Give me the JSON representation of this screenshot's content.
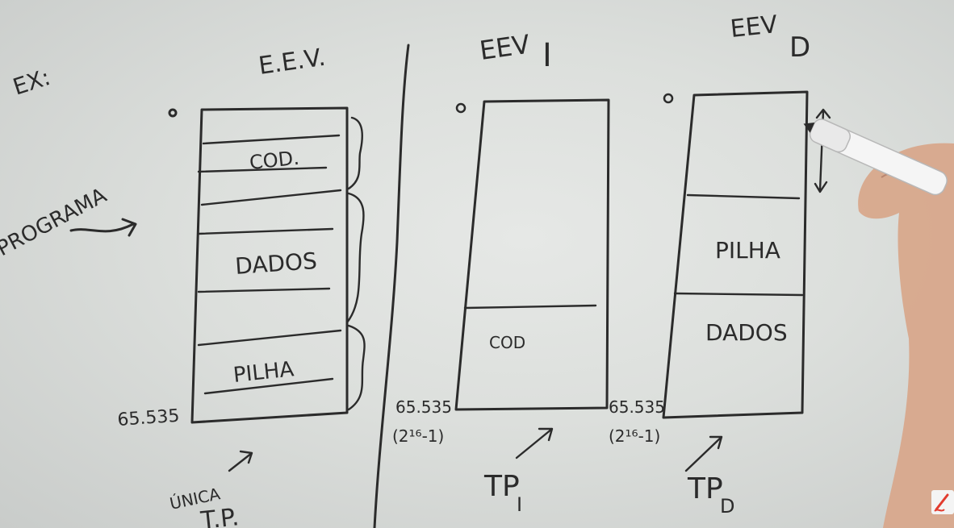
{
  "board": {
    "ex_label": "EX:",
    "programa_label": "PROGRAMA",
    "panels": {
      "eev": {
        "title": "E.E.V.",
        "start": "0",
        "end": "65.535",
        "sections": [
          "COD.",
          "DADOS",
          "PILHA"
        ],
        "note_unica": "ÚNICA",
        "note_tp": "T.P."
      },
      "eev_i": {
        "title": "EEV",
        "subscript": "I",
        "start": "0",
        "end": "65.535",
        "end_formula": "(2¹⁶-1)",
        "sections": [
          "COD"
        ],
        "tp": "TP",
        "tp_sub": "I"
      },
      "eev_d": {
        "title": "EEV",
        "subscript": "D",
        "start": "0",
        "end": "65.535",
        "end_formula": "(2¹⁶-1)",
        "sections": [
          "PILHA",
          "DADOS"
        ],
        "tp": "TP",
        "tp_sub": "D"
      }
    }
  },
  "colors": {
    "board": "#dfe1df",
    "ink": "#2b2b2b",
    "marker": "#f5f5f5",
    "skin": "#d8a88c"
  }
}
